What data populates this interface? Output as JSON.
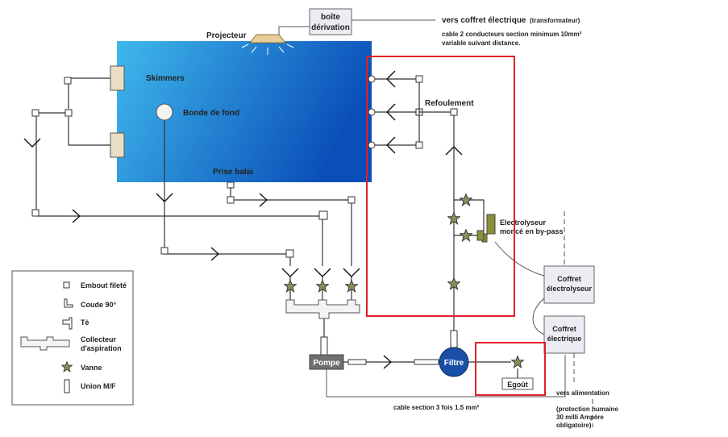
{
  "labels": {
    "projecteur": "Projecteur",
    "boite_line1": "boîte",
    "boite_line2": "dérivation",
    "vers_coffret": "vers coffret électrique",
    "transformateur": "(transformateur)",
    "cable_line1": "cable 2 conducteurs section minimum 10mm²",
    "cable_line2": "variable suivant distance.",
    "skimmers": "Skimmers",
    "bonde": "Bonde de fond",
    "prise_balai": "Prise balai",
    "refoulement": "Refoulement",
    "electrolyseur_line1": "Electrolyseur",
    "electrolyseur_line2": "moncé en by-pass",
    "coffret_electrolyseur_line1": "Coffret",
    "coffret_electrolyseur_line2": "électrolyseur",
    "coffret_electrique_line1": "Coffret",
    "coffret_electrique_line2": "électrique",
    "pompe": "Pompe",
    "filtre": "Filtre",
    "egout": "Egoût",
    "vers_alimentation": "vers alimentation",
    "protection_line1": "(protection humaine",
    "protection_line2": "30 milli Ampère",
    "protection_line3": "obligatoire)",
    "cable_section": "cable section 3 fois 1.5 mm²"
  },
  "legend": {
    "items": [
      {
        "symbol": "embout",
        "label": "Embout fileté"
      },
      {
        "symbol": "coude",
        "label": "Coude 90°"
      },
      {
        "symbol": "te",
        "label": "Té"
      },
      {
        "symbol": "collecteur",
        "label_line1": "Collecteur",
        "label_line2": "d'aspiration"
      },
      {
        "symbol": "vanne",
        "label": "Vanne"
      },
      {
        "symbol": "union",
        "label": "Union M/F"
      }
    ]
  },
  "colors": {
    "pool_light": "#3fb8ec",
    "pool_dark": "#0a4fb8",
    "highlight": "#e0202a",
    "valve": "#8a8f5a",
    "pump": "#6f6f6f",
    "filter": "#1a4fa8",
    "electrolyser": "#8a8f3a"
  }
}
